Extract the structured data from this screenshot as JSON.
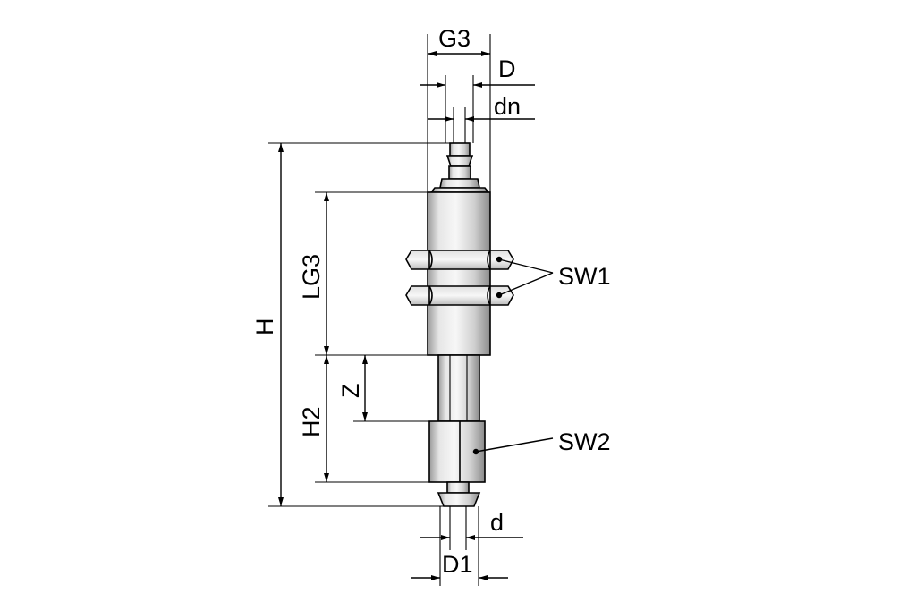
{
  "drawing": {
    "labels": {
      "g3": "G3",
      "d_outer": "D",
      "dn": "dn",
      "h": "H",
      "lg3": "LG3",
      "sw1": "SW1",
      "z": "Z",
      "h2": "H2",
      "sw2": "SW2",
      "d_small": "d",
      "d1": "D1"
    },
    "colors": {
      "line": "#000000",
      "body_light": "#f2f2f2",
      "body_mid": "#c8c8c8",
      "body_dark": "#8c8c8c",
      "background": "#ffffff"
    }
  }
}
